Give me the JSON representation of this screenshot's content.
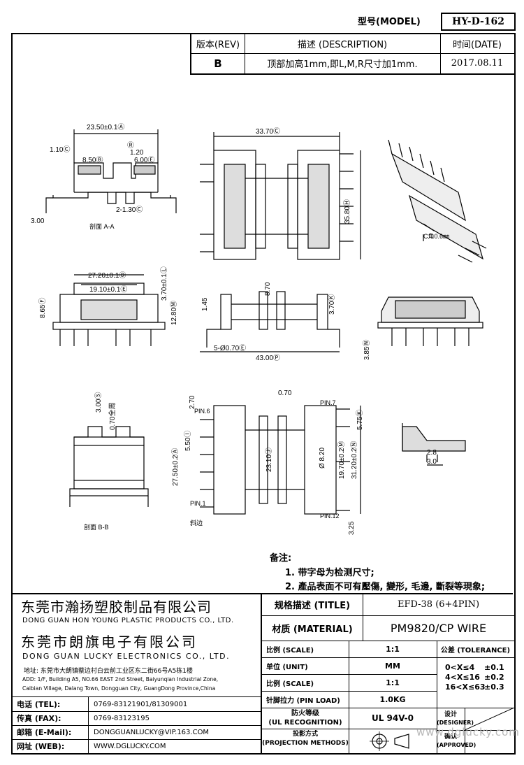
{
  "header": {
    "model_label": "型号(MODEL)",
    "model_value": "HY-D-162",
    "rev_label": "版本(REV)",
    "desc_label": "描述 (DESCRIPTION)",
    "date_label": "时间(DATE)",
    "rev_value": "B",
    "desc_value": "顶部加高1mm,即L,M,R尺寸加1mm.",
    "date_value": "2017.08.11"
  },
  "drawing": {
    "dims": {
      "d_23_50": "23.50±0.1Ⓐ",
      "d_1_10": "1.10Ⓒ",
      "d_8_50": "8.50Ⓑ",
      "d_1_20": "1.20",
      "d_6_00": "6.00Ⓔ",
      "d_r": "Ⓡ",
      "d_2_130": "2-1.30Ⓒ",
      "d_3_00": "3.00",
      "section_aa": "剖面 A-A",
      "d_33_70": "33.70Ⓒ",
      "d_35_80": "35.80Ⓗ",
      "c_angle": "C角0.6㎜",
      "d_27_20": "27.20±0.1Ⓓ",
      "d_19_10": "19.10±0.1Ⓔ",
      "d_3_70a": "3.70±0.1Ⓛ",
      "d_8_65": "8.65Ⓕ",
      "d_12_80": "12.80Ⓜ",
      "d_1_45": "1.45",
      "d_8_70": "8.70",
      "d_3_70b": "3.70Ⓚ",
      "d_5_00": "5-Ø0.70Ⓔ",
      "d_43_00": "43.00Ⓟ",
      "d_3_85": "3.85Ⓝ",
      "d_3_00b": "3.00Ⓢ",
      "d_0_70_full": "0.70全周",
      "section_bb": "剖面 B-B",
      "d_2_70": "2.70",
      "pin6": "PIN.6",
      "d_27_50": "27.50±0.2Ⓐ",
      "d_5_50": "5.50Ⓘ",
      "pin1": "PIN.1",
      "bevel": "斜边",
      "d_0_70": "0.70",
      "pin7": "PIN.7",
      "d_5_75": "5.75Ⓚ",
      "d_23_10": "23.10Ⓙ",
      "d_8_20": "Ø 8.20",
      "d_19_70": "19.70±0.2Ⓜ",
      "d_31_20": "31.20±0.2Ⓝ",
      "pin12": "PIN.12",
      "d_3_25": "3.25",
      "d_2_8": "2.8",
      "d_3_0": "3.0"
    }
  },
  "notes": {
    "title": "备注:",
    "items": [
      "1. 带字母为检测尺寸;",
      "2. 產品表面不可有壓傷, 變形, 毛邊, 斷裂等現象;"
    ]
  },
  "company": {
    "cn1": "东莞市瀚扬塑胶制品有限公司",
    "en1": "DONG GUAN HON YOUNG PLASTIC PRODUCTS CO., LTD.",
    "cn2": "东莞市朗旗电子有限公司",
    "en2": "DONG GUAN LUCKY ELECTRONICS CO., LTD.",
    "addr1": "地址: 东莞市大朗镇蔡边村白云前工业区东二街66号A5栋1楼",
    "addr2": "ADD: 1/F, Building A5, NO.66 EAST 2nd Street, Baiyunqian Industrial Zone,",
    "addr3": "Caibian Village, Dalang Town, Dongguan City, GuangDong Province,China"
  },
  "contacts": [
    {
      "label": "电话 (TEL):",
      "value": "0769-83121901/81309001"
    },
    {
      "label": "传真 (FAX):",
      "value": "0769-83123195"
    },
    {
      "label": "邮箱 (E-Mail):",
      "value": "DONGGUANLUCKY@VIP.163.COM"
    },
    {
      "label": "网址 (WEB):",
      "value": "WWW.DGLUCKY.COM"
    }
  ],
  "specs": {
    "title_label": "规格描述 (TITLE)",
    "title_value": "EFD-38 (6+4PIN)",
    "material_label": "材质 (MATERIAL)",
    "material_value": "PM9820/CP WIRE",
    "scale_label": "比例 (SCALE)",
    "scale_value": "1:1",
    "unit_label": "单位 (UNIT)",
    "unit_value": "MM",
    "scale2_label": "比例 (SCALE)",
    "scale2_value": "1:1",
    "pinload_label": "针脚拉力 (PIN LOAD)",
    "pinload_value": "1.0KG",
    "ul_label1": "防火等级",
    "ul_label2": "(UL RECOGNITION)",
    "ul_value": "UL 94V-0",
    "proj_label1": "投影方式",
    "proj_label2": "(PROJECTION METHODS)",
    "tolerance_label": "公差 (TOLERANCE)",
    "tol1_range": "0<X≤4",
    "tol1_val": "±0.1",
    "tol2_range": "4<X≤16",
    "tol2_val": "±0.2",
    "tol3_range": "16<X≤63",
    "tol3_val": "±0.3",
    "designer_label1": "设计",
    "designer_label2": "(DESIGNER)",
    "approved_label1": "确认",
    "approved_label2": "(APPROVED)",
    "watermark": "www.dglucky.com"
  }
}
